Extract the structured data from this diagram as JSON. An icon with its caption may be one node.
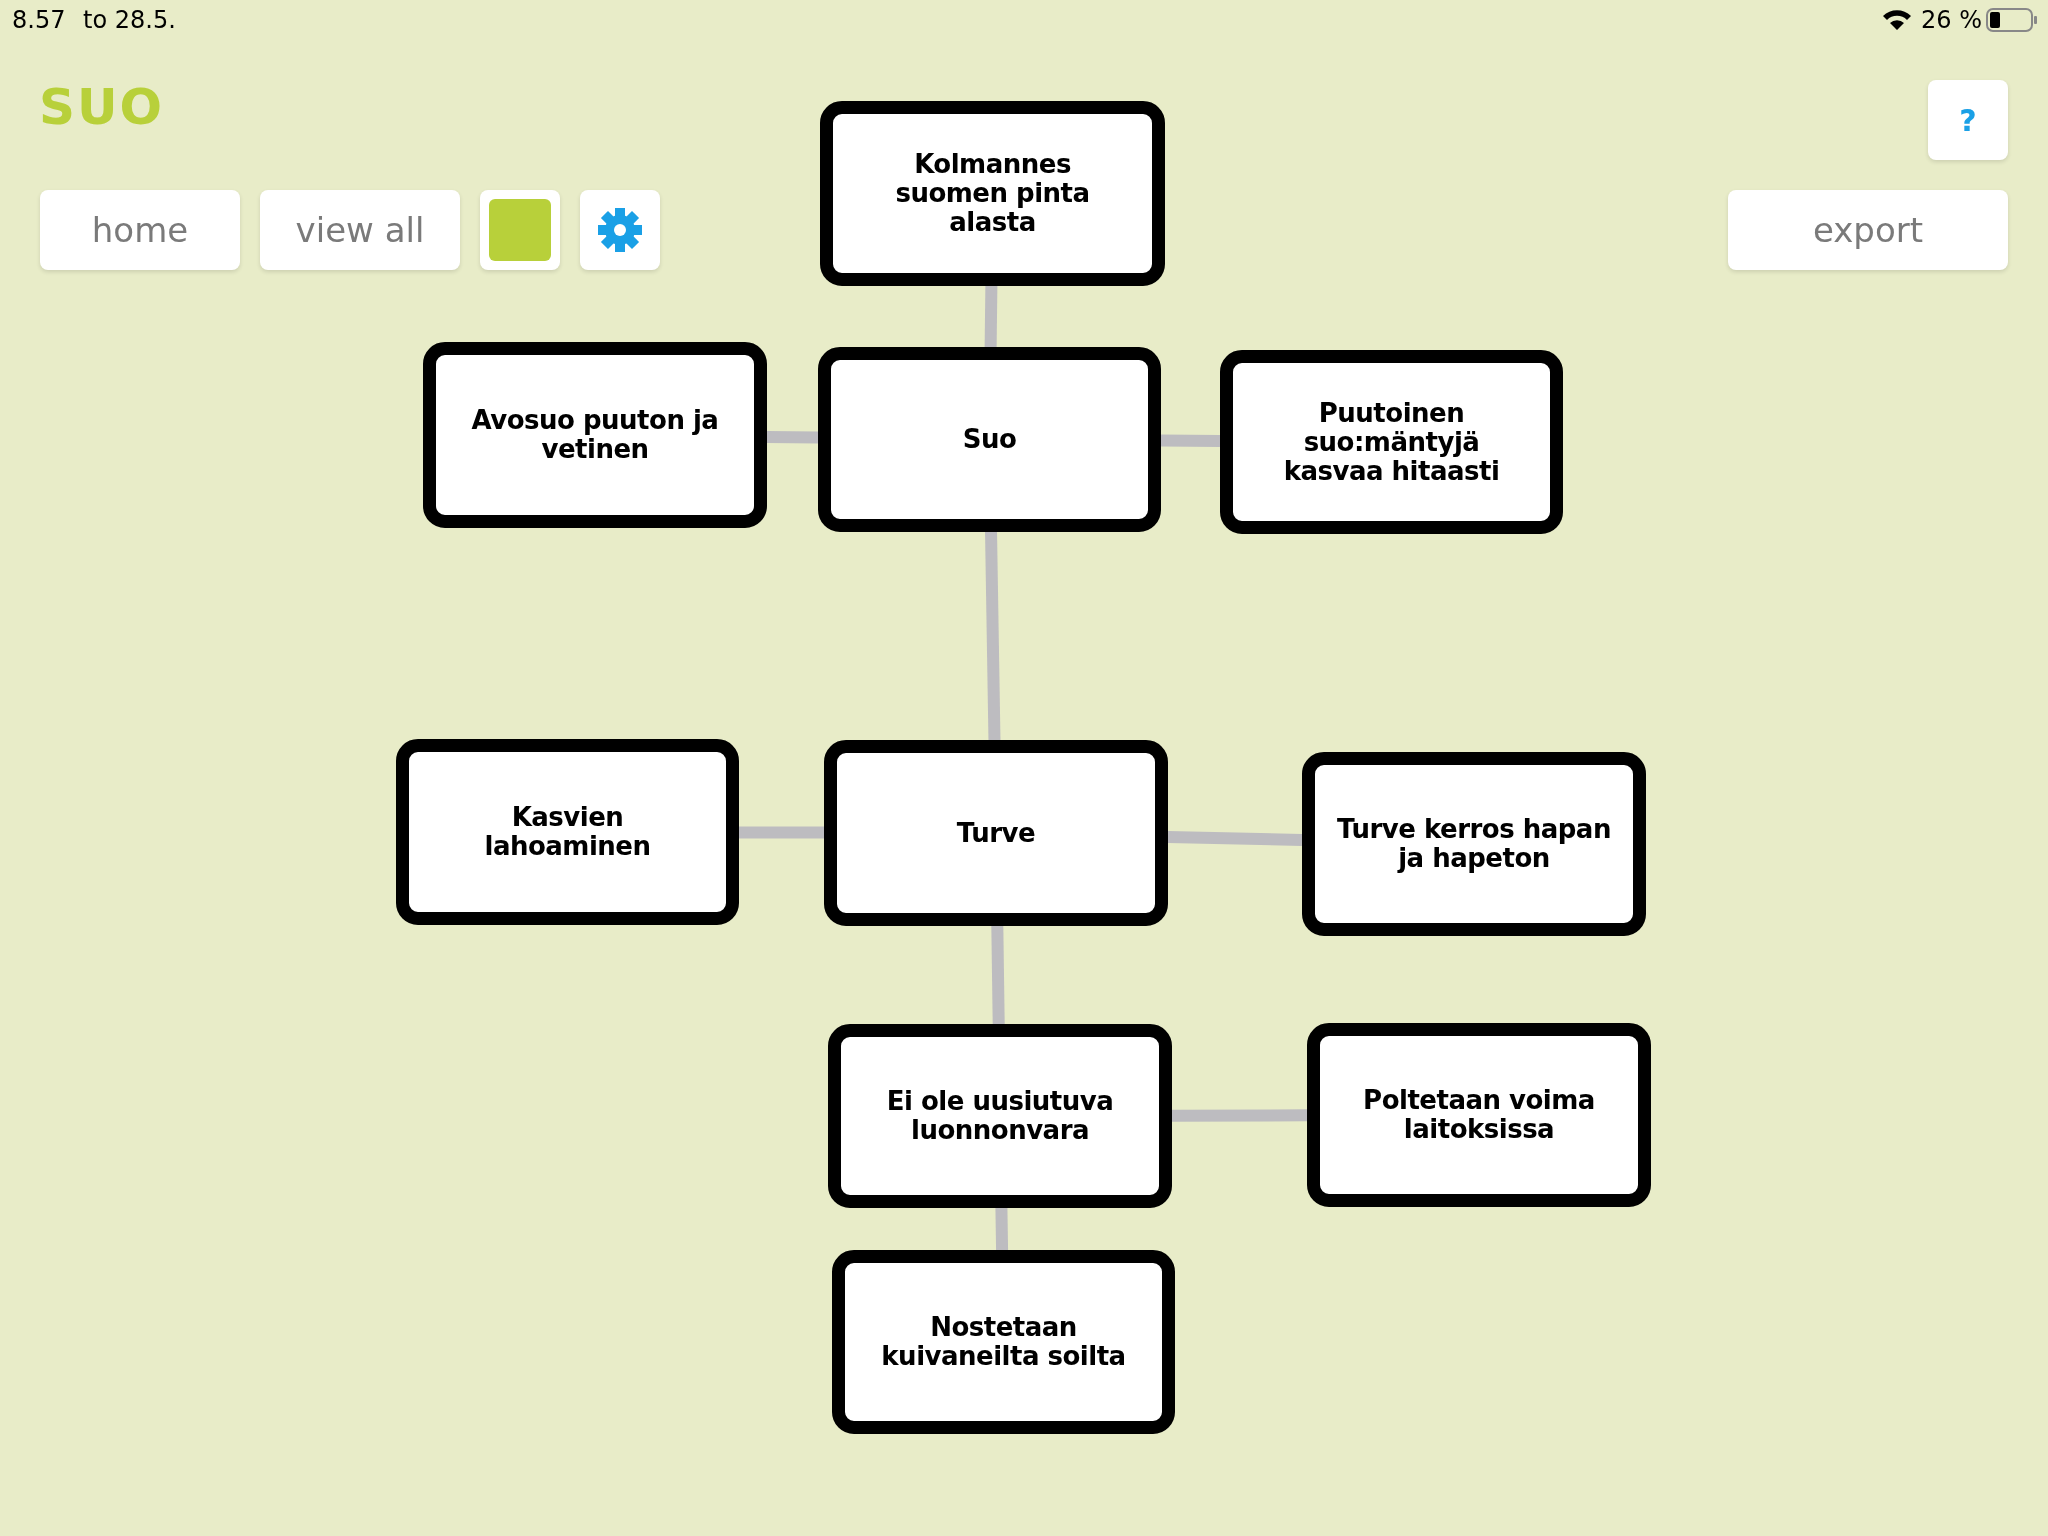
{
  "diagram": {
    "title": "SUO",
    "nodes": [
      {
        "text": [
          "Kolmannes suomen pinta alasta"
        ]
      },
      {
        "text": [
          "Suo"
        ]
      },
      {
        "text": [
          "Avosuo puuton ja vetinen"
        ]
      },
      {
        "text": [
          "Puutoinen suo:mäntyjä kasvaa hitaasti"
        ]
      },
      {
        "text": [
          "Kasvien lahoaminen"
        ]
      },
      {
        "text": [
          "Turve"
        ]
      },
      {
        "text": [
          "Turve kerros hapan ja hapeton"
        ]
      },
      {
        "text": [
          "Ei ole uusiutuva luonnonvara"
        ]
      },
      {
        "text": [
          "Poltetaan voima laitoksissa"
        ]
      },
      {
        "text": [
          "Nostetaan kuivaneilta soilta"
        ]
      }
    ],
    "edges": [
      {
        "from": 0,
        "to": 1,
        "arrow": "none"
      },
      {
        "from": 2,
        "to": 1,
        "arrow": "none"
      },
      {
        "from": 1,
        "to": 3,
        "arrow": "none"
      },
      {
        "from": 1,
        "to": 5,
        "arrow": "none"
      },
      {
        "from": 4,
        "to": 5,
        "arrow": "none"
      },
      {
        "from": 5,
        "to": 6,
        "arrow": "none"
      },
      {
        "from": 5,
        "to": 7,
        "arrow": "none"
      },
      {
        "from": 7,
        "to": 8,
        "arrow": "none"
      },
      {
        "from": 7,
        "to": 9,
        "arrow": "none"
      }
    ],
    "labels": [
      "8.57",
      "to 28.5.",
      "26 %",
      "home",
      "view all",
      "?",
      "export"
    ]
  }
}
